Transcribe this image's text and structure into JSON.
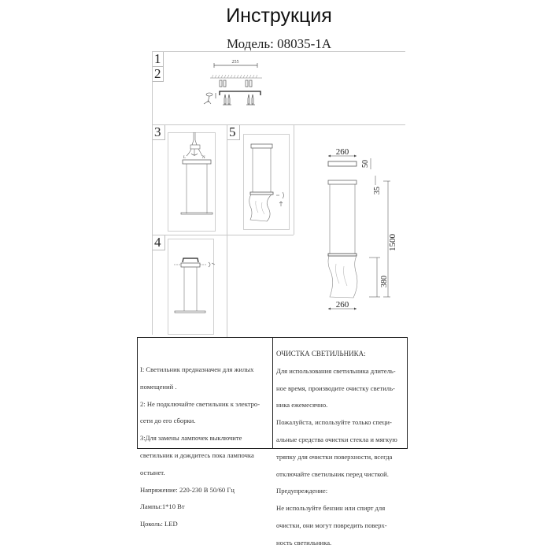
{
  "header": {
    "title": "Инструкция",
    "model": "Модель: 08035-1A"
  },
  "steps": [
    {
      "number": "1"
    },
    {
      "number": "2"
    },
    {
      "number": "3"
    },
    {
      "number": "5"
    },
    {
      "number": "4"
    }
  ],
  "diagram_step12": {
    "width_label": "255"
  },
  "diagram_step3": {
    "wire_l": "L",
    "wire_n": "N"
  },
  "dimensions": {
    "canopy_width": "260",
    "canopy_height": "50",
    "gap": "35",
    "total_length": "1500",
    "shade_height": "380",
    "shade_width": "260"
  },
  "info_left": {
    "lines": [
      "I: Светильник предназначен для жилых",
      "помещений .",
      "2: Не подключайте светильник к электро-",
      "сети до его сборки.",
      "3:Для замены лампочек выключите",
      "светильник  и дождитесь пока лампочка",
      "остынет.",
      "Напряжение: 220-230 В 50/60 Гц",
      "Лампы:1*10 Вт",
      "Цоколь: LED"
    ]
  },
  "info_right": {
    "heading": "ОЧИСТКА СВЕТИЛЬНИКА:",
    "lines": [
      "Для использования светильника длитель-",
      "ное время, производите очистку светиль-",
      "ника ежемесячно.",
      "Пожалуйста, используйте только специ-",
      "альные средства очистки стекла и мягкую",
      "тряпку для очистки поверхности, всегда",
      "отключайте светильник перед чисткой.",
      "Предупреждение:",
      "Не используйте бензин или спирт для",
      "очистки, они могут повредить поверх-",
      "ность светильника."
    ]
  }
}
